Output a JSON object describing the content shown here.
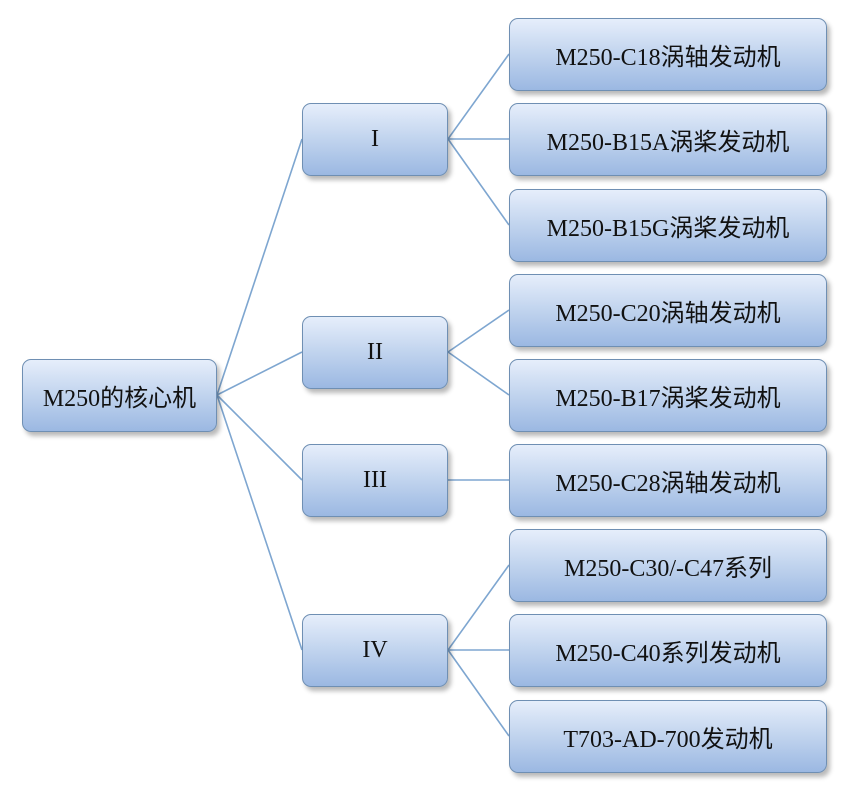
{
  "diagram": {
    "root": {
      "label": "M250的核心机"
    },
    "groups": [
      {
        "label": "I",
        "children": [
          {
            "label": "M250-C18涡轴发动机"
          },
          {
            "label": "M250-B15A涡桨发动机"
          },
          {
            "label": "M250-B15G涡桨发动机"
          }
        ]
      },
      {
        "label": "II",
        "children": [
          {
            "label": "M250-C20涡轴发动机"
          },
          {
            "label": "M250-B17涡桨发动机"
          }
        ]
      },
      {
        "label": "III",
        "children": [
          {
            "label": "M250-C28涡轴发动机"
          }
        ]
      },
      {
        "label": "IV",
        "children": [
          {
            "label": "M250-C30/-C47系列"
          },
          {
            "label": "M250-C40系列发动机"
          },
          {
            "label": "T703-AD-700发动机"
          }
        ]
      }
    ]
  },
  "colors": {
    "connector": "#7ea6d0",
    "node_border": "#6f8fb3",
    "node_fill_top": "#e6eefb",
    "node_fill_bottom": "#9bb8e2"
  }
}
